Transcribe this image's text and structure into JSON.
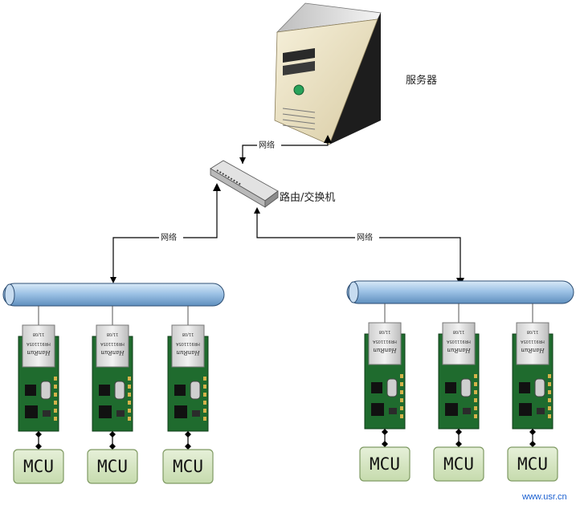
{
  "server": {
    "label": "服务器"
  },
  "router": {
    "label": "路由/交换机"
  },
  "links": {
    "server_router": "网络",
    "router_left": "网络",
    "router_right": "网络"
  },
  "modules": {
    "chip_brand": "HanRun",
    "chip_model": "HR911105A",
    "chip_date": "11/08"
  },
  "mcu_label": "MCU",
  "watermark": "www.usr.cn",
  "colors": {
    "bus": "#9ec3e6",
    "mcu_box": "#d6e6c2",
    "pcb": "#1f6b2e",
    "server_body": "#e9dfc0",
    "server_side": "#1d1d1d"
  }
}
